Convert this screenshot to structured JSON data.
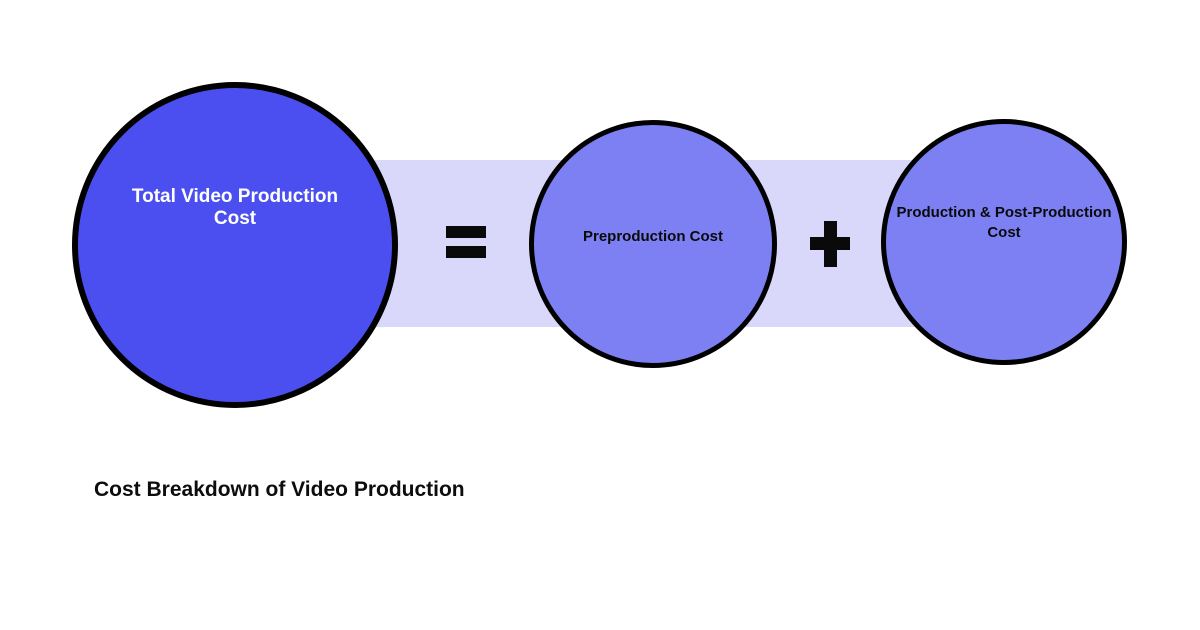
{
  "caption": "Cost Breakdown of Video Production",
  "colors": {
    "background": "#ffffff",
    "band": "#d9d8fa",
    "total-circle": "#4b4ff0",
    "part-circle": "#7c80f3",
    "circle-border": "#000000",
    "total-text": "#ffffff",
    "part-text": "#0a0a0a",
    "symbol": "#0a0a0a",
    "caption-text": "#0d0d0d"
  },
  "equation": {
    "total": {
      "lines": [
        "Total Video Production",
        "Cost"
      ]
    },
    "equals_symbol": "=",
    "preproduction": {
      "label": "Preproduction Cost"
    },
    "plus_symbol": "+",
    "production_post": {
      "lines": [
        "Production & Post-Production",
        "Cost"
      ]
    }
  }
}
